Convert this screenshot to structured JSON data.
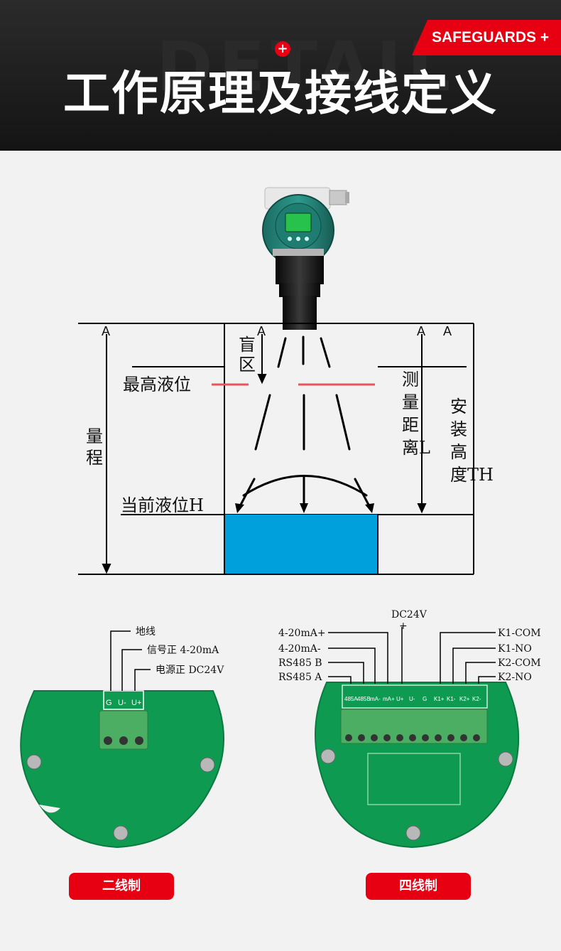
{
  "header": {
    "watermark": "DETAIL",
    "title": "工作原理及接线定义",
    "badge": "SAFEGUARDS +",
    "accent_color": "#e60012"
  },
  "diagram": {
    "marker_a": "A",
    "highest_level": "最高液位",
    "blind_zone_1": "盲",
    "blind_zone_2": "区",
    "range_1": "量",
    "range_2": "程",
    "current_level": "当前液位H",
    "measure_distance": [
      "测",
      "量",
      "距",
      "离L"
    ],
    "install_height": [
      "安",
      "装",
      "高",
      "度TH"
    ],
    "liquid_color": "#00a0dc",
    "device_display_color": "#27c24c"
  },
  "wiring": {
    "two_wire": {
      "labels": [
        "地线",
        "信号正  4-20mA",
        "电源正  DC24V"
      ],
      "terminals": [
        "G",
        "U-",
        "U+"
      ],
      "caption": "二线制"
    },
    "four_wire": {
      "top_label": "DC24V",
      "plus": "+",
      "left_labels": [
        "4-20mA+",
        "4-20mA-",
        "RS485  B",
        "RS485  A"
      ],
      "right_labels": [
        "K1-COM",
        "K1-NO",
        "K2-COM",
        "K2-NO"
      ],
      "terminals": [
        "485A",
        "485B",
        "mA-",
        "mA+",
        "U+",
        "U-",
        "G",
        "K1+",
        "K1-",
        "K2+",
        "K2-"
      ],
      "caption": "四线制"
    }
  }
}
